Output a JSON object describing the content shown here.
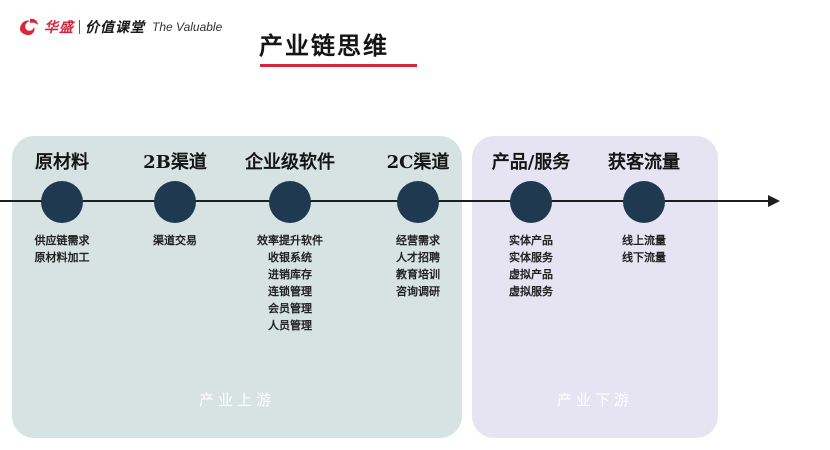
{
  "header": {
    "logo": {
      "brand_cn": "华盛",
      "sub_cn": "价值课堂",
      "en": "The Valuable",
      "icon": "brand-logo-icon",
      "color": "#d7263d"
    },
    "title": "产业链思维",
    "accent_color": "#d7263d"
  },
  "panels": {
    "upstream": {
      "label": "产业上游",
      "color": "#d7e3e2"
    },
    "downstream": {
      "label": "产业下游",
      "color": "#e6e3f3"
    }
  },
  "stages": [
    {
      "title": "原材料",
      "items": [
        "供应链需求",
        "原材料加工"
      ]
    },
    {
      "title": "2B渠道",
      "items": [
        "渠道交易"
      ]
    },
    {
      "title": "企业级软件",
      "items": [
        "效率提升软件",
        "收银系统",
        "进销库存",
        "连锁管理",
        "会员管理",
        "人员管理"
      ]
    },
    {
      "title": "2C渠道",
      "items": [
        "经营需求",
        "人才招聘",
        "教育培训",
        "咨询调研"
      ]
    },
    {
      "title": "产品/服务",
      "items": [
        "实体产品",
        "实体服务",
        "虚拟产品",
        "虚拟服务"
      ]
    },
    {
      "title": "获客流量",
      "items": [
        "线上流量",
        "线下流量"
      ]
    }
  ],
  "node_color": "#1f3a50"
}
